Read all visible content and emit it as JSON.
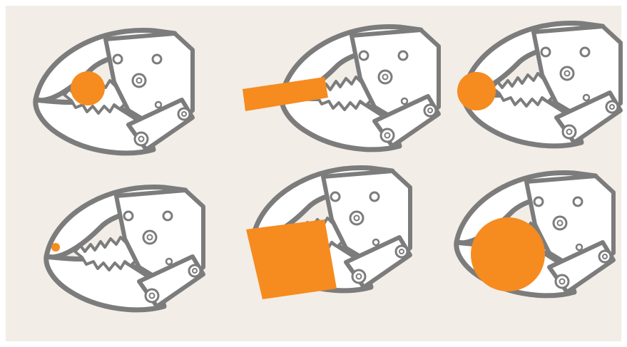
{
  "colors": {
    "panel_background": "#f2ede7",
    "outer_frame": "#ffffff",
    "tool_fill": "#ffffff",
    "tool_outline": "#7c7c7c",
    "tool_outline_shadow": "#b4b4b4",
    "object_fill": "#f68b1f"
  },
  "illustrations": [
    {
      "id": "small-ball",
      "object_shape": "circle",
      "jaw_opening": "small",
      "description_visible": false
    },
    {
      "id": "flat-bar",
      "object_shape": "rectangle-tilted",
      "jaw_opening": "medium",
      "description_visible": false
    },
    {
      "id": "ball-at-tip",
      "object_shape": "circle",
      "jaw_opening": "medium",
      "description_visible": false
    },
    {
      "id": "tiny-dot",
      "object_shape": "circle-tiny",
      "jaw_opening": "small",
      "description_visible": false
    },
    {
      "id": "large-square",
      "object_shape": "square-tilted",
      "jaw_opening": "wide",
      "description_visible": false
    },
    {
      "id": "large-ball",
      "object_shape": "circle-large",
      "jaw_opening": "wide",
      "description_visible": false
    }
  ]
}
